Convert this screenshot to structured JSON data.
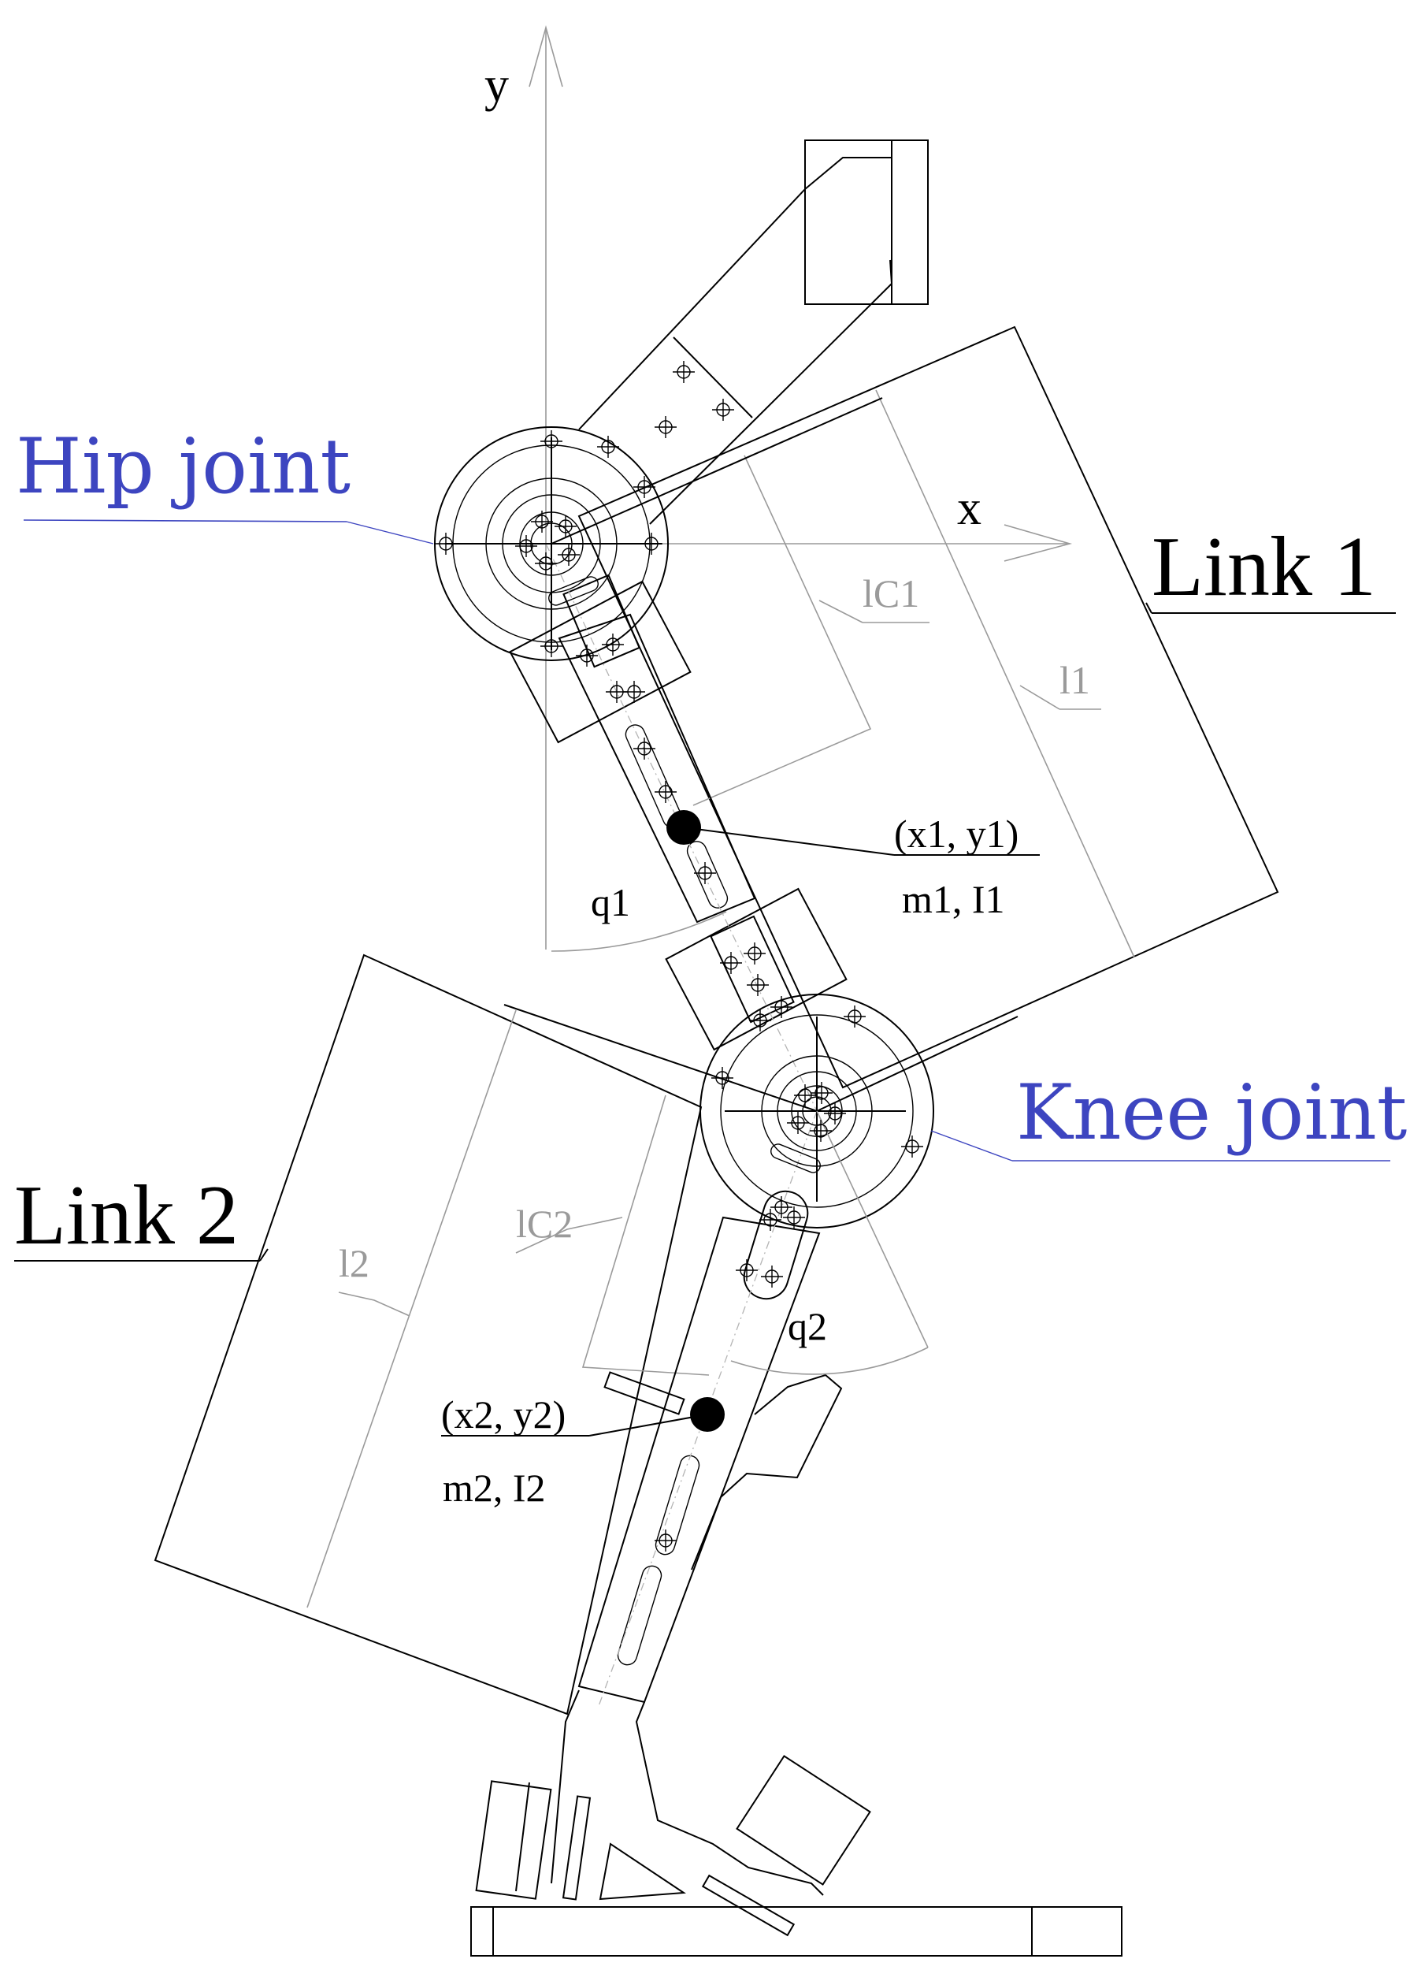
{
  "labels": {
    "axis_y": "y",
    "axis_x": "x",
    "hip_joint": "Hip joint",
    "knee_joint": "Knee joint",
    "link1": "Link 1",
    "link2": "Link 2",
    "lc1": "lC1",
    "l1": "l1",
    "lc2": "lC2",
    "l2": "l2",
    "q1": "q1",
    "q2": "q2",
    "com1": "(x1, y1)",
    "mass1": "m1, I1",
    "com2": "(x2, y2)",
    "mass2": "m2, I2"
  },
  "colors": {
    "joint_label": "#3d45c0",
    "ink": "#000000",
    "dimension": "#9a9a9a"
  }
}
